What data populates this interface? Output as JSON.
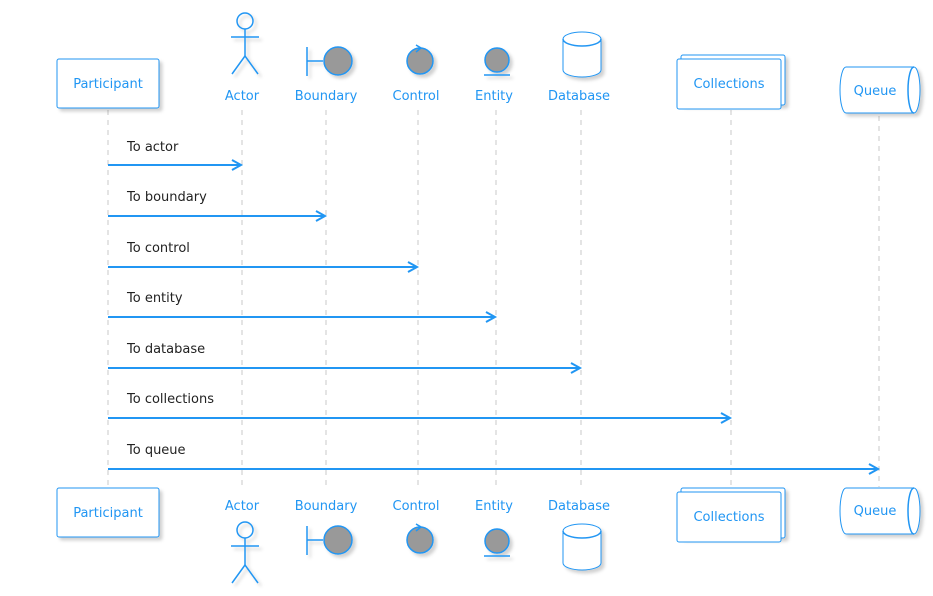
{
  "diagram": {
    "participants": [
      {
        "id": "participant",
        "label": "Participant",
        "kind": "participant"
      },
      {
        "id": "actor",
        "label": "Actor",
        "kind": "actor"
      },
      {
        "id": "boundary",
        "label": "Boundary",
        "kind": "boundary"
      },
      {
        "id": "control",
        "label": "Control",
        "kind": "control"
      },
      {
        "id": "entity",
        "label": "Entity",
        "kind": "entity"
      },
      {
        "id": "database",
        "label": "Database",
        "kind": "database"
      },
      {
        "id": "collections",
        "label": "Collections",
        "kind": "collections"
      },
      {
        "id": "queue",
        "label": "Queue",
        "kind": "queue"
      }
    ],
    "messages": [
      {
        "from": "participant",
        "to": "actor",
        "label": "To actor"
      },
      {
        "from": "participant",
        "to": "boundary",
        "label": "To boundary"
      },
      {
        "from": "participant",
        "to": "control",
        "label": "To control"
      },
      {
        "from": "participant",
        "to": "entity",
        "label": "To entity"
      },
      {
        "from": "participant",
        "to": "database",
        "label": "To database"
      },
      {
        "from": "participant",
        "to": "collections",
        "label": "To collections"
      },
      {
        "from": "participant",
        "to": "queue",
        "label": "To queue"
      }
    ],
    "colors": {
      "accent": "#2196f3",
      "icon_fill": "#999999",
      "lifeline": "#c8c8c8",
      "text": "#222222"
    }
  }
}
